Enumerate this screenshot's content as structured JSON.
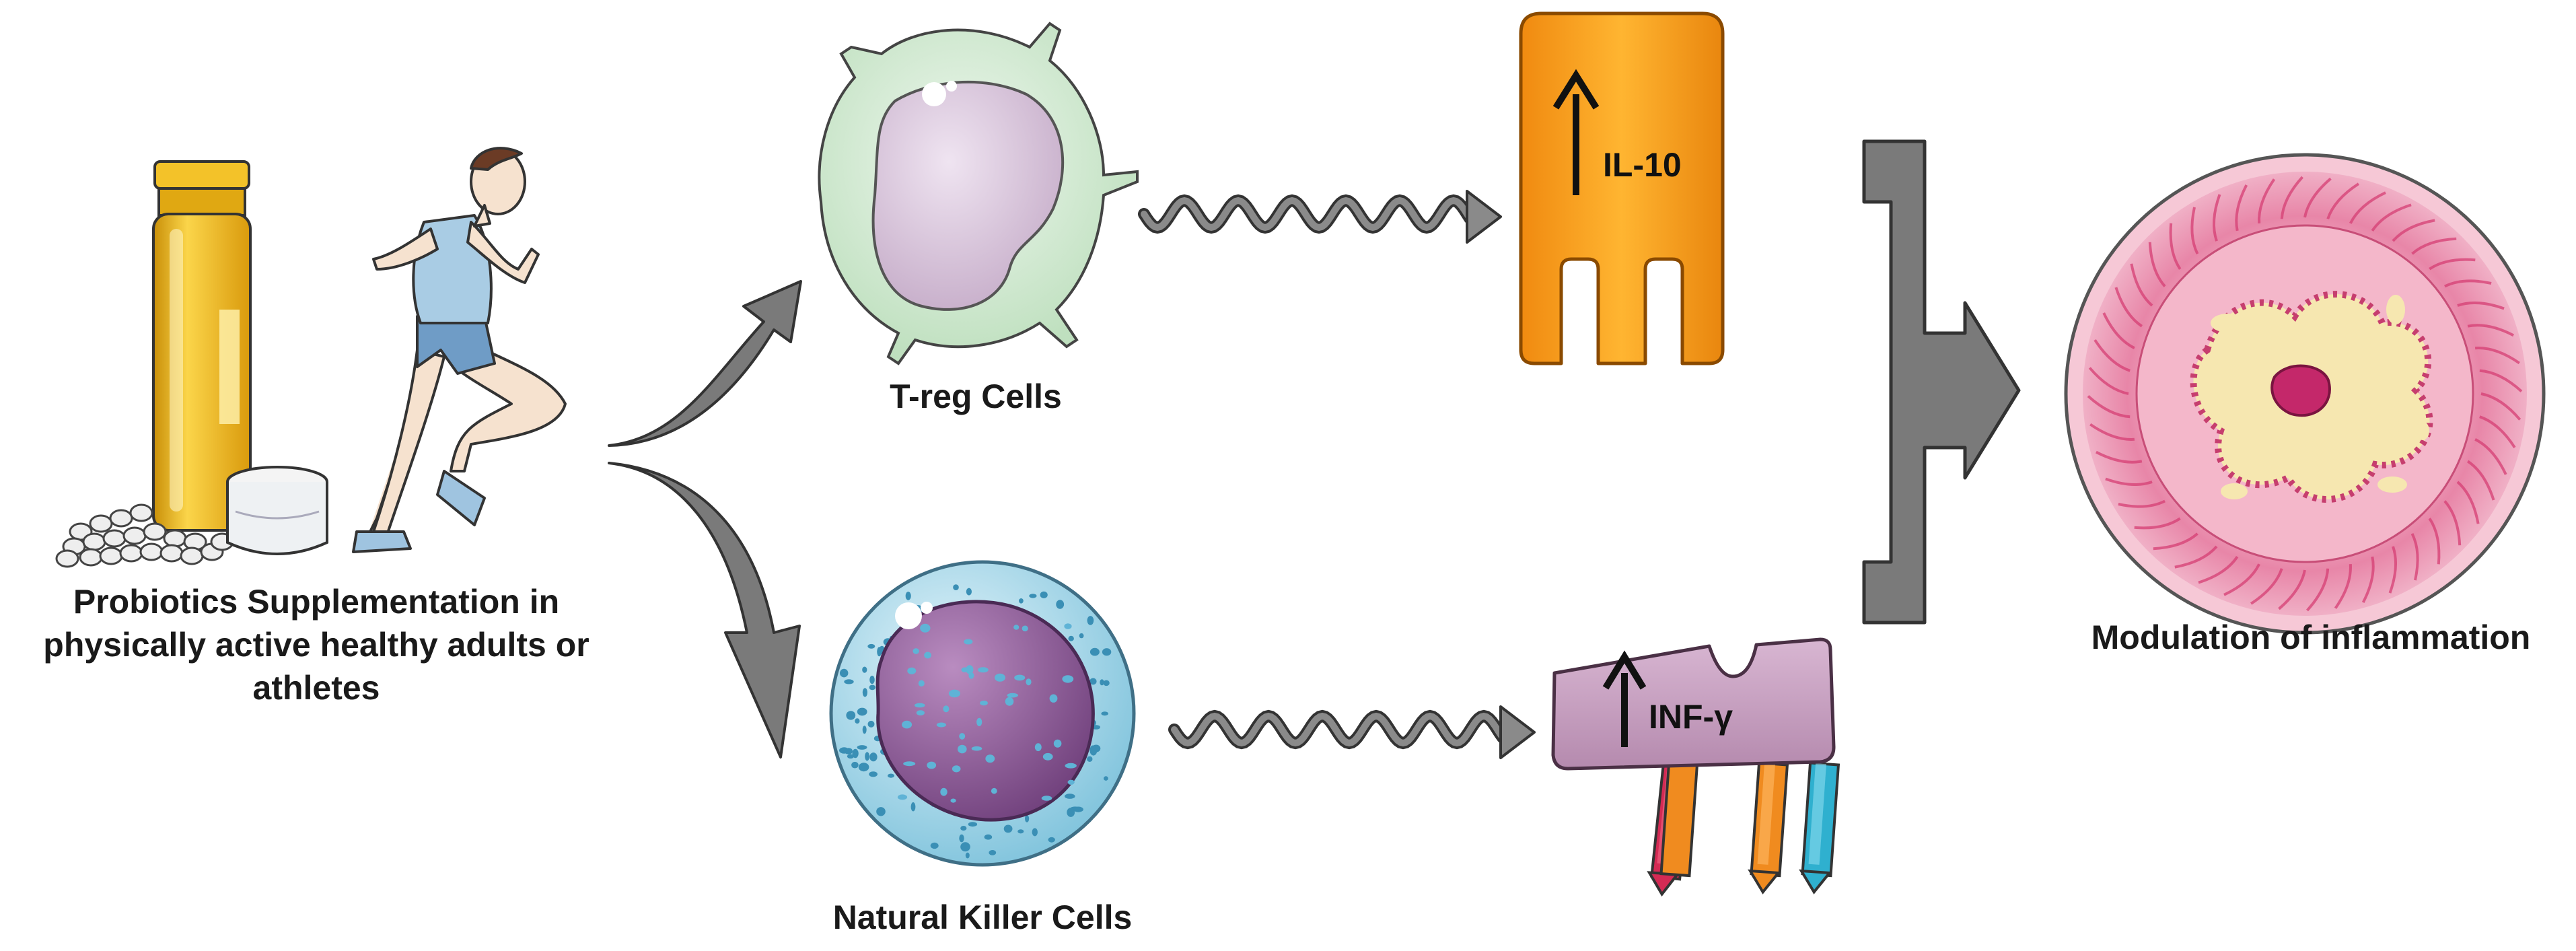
{
  "labels": {
    "probiotics": [
      "Probiotics Supplementation in",
      "physically active healthy adults or",
      "athletes"
    ],
    "treg": "T-reg Cells",
    "nk": "Natural Killer Cells",
    "modulation": "Modulation of inflammation",
    "il10": "IL-10",
    "infg": "INF-γ"
  },
  "colors": {
    "arrow_gray": "#7a7a7a",
    "treg_cytoplasm": "#cfe7cf",
    "treg_nucleus": "#d9c6dc",
    "nk_cytoplasm": "#a9d8e8",
    "nk_nucleus": "#8a5a94",
    "il10_receptor": "#f7a21b",
    "infg_receptor": "#c9a3c1",
    "tissue_outer": "#e8a0bb",
    "tissue_inner": "#f6e7b0",
    "bottle": "#f0b81c"
  },
  "icons": [
    "probiotic-bottle-icon",
    "capsule-cup-icon",
    "runner-icon",
    "arrow-up-icon"
  ]
}
